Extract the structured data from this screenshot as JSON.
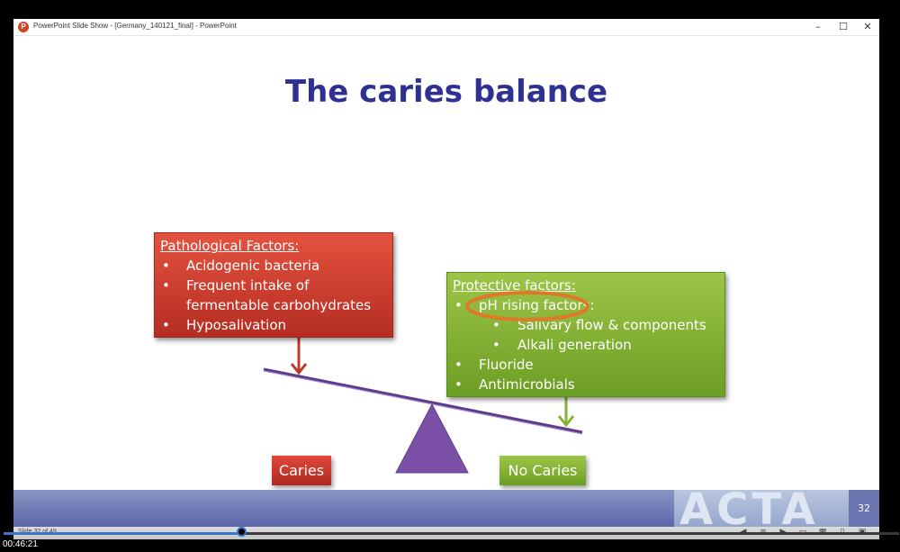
{
  "window": {
    "title": "PowerPoint Slide Show - [Germany_140121_final] - PowerPoint",
    "minimize_glyph": "–",
    "maximize_glyph": "☐",
    "close_glyph": "✕"
  },
  "slide": {
    "title": "The caries balance",
    "pathological": {
      "heading": "Pathological Factors:",
      "items": [
        "Acidogenic bacteria",
        "Frequent intake of",
        "fermentable carbohydrates",
        "Hyposalivation"
      ]
    },
    "protective": {
      "heading": "Protective factors:",
      "items": [
        "pH rising factors:",
        "Salivary flow & components",
        "Alkali generation",
        "Fluoride",
        "Antimicrobials"
      ]
    },
    "labels": {
      "caries": "Caries",
      "no_caries": "No Caries"
    },
    "logo_text": "ACTA",
    "slide_number": "32"
  },
  "statusbar": {
    "slide_counter": "Slide 32 of 49"
  },
  "player": {
    "timecode": "00:46:21",
    "progress_fraction": 0.27
  },
  "colors": {
    "title": "#2e3192",
    "pathological": "#d2392b",
    "protective": "#84b334",
    "fulcrum": "#7b4fa6",
    "highlight_ellipse": "#e0782a"
  }
}
